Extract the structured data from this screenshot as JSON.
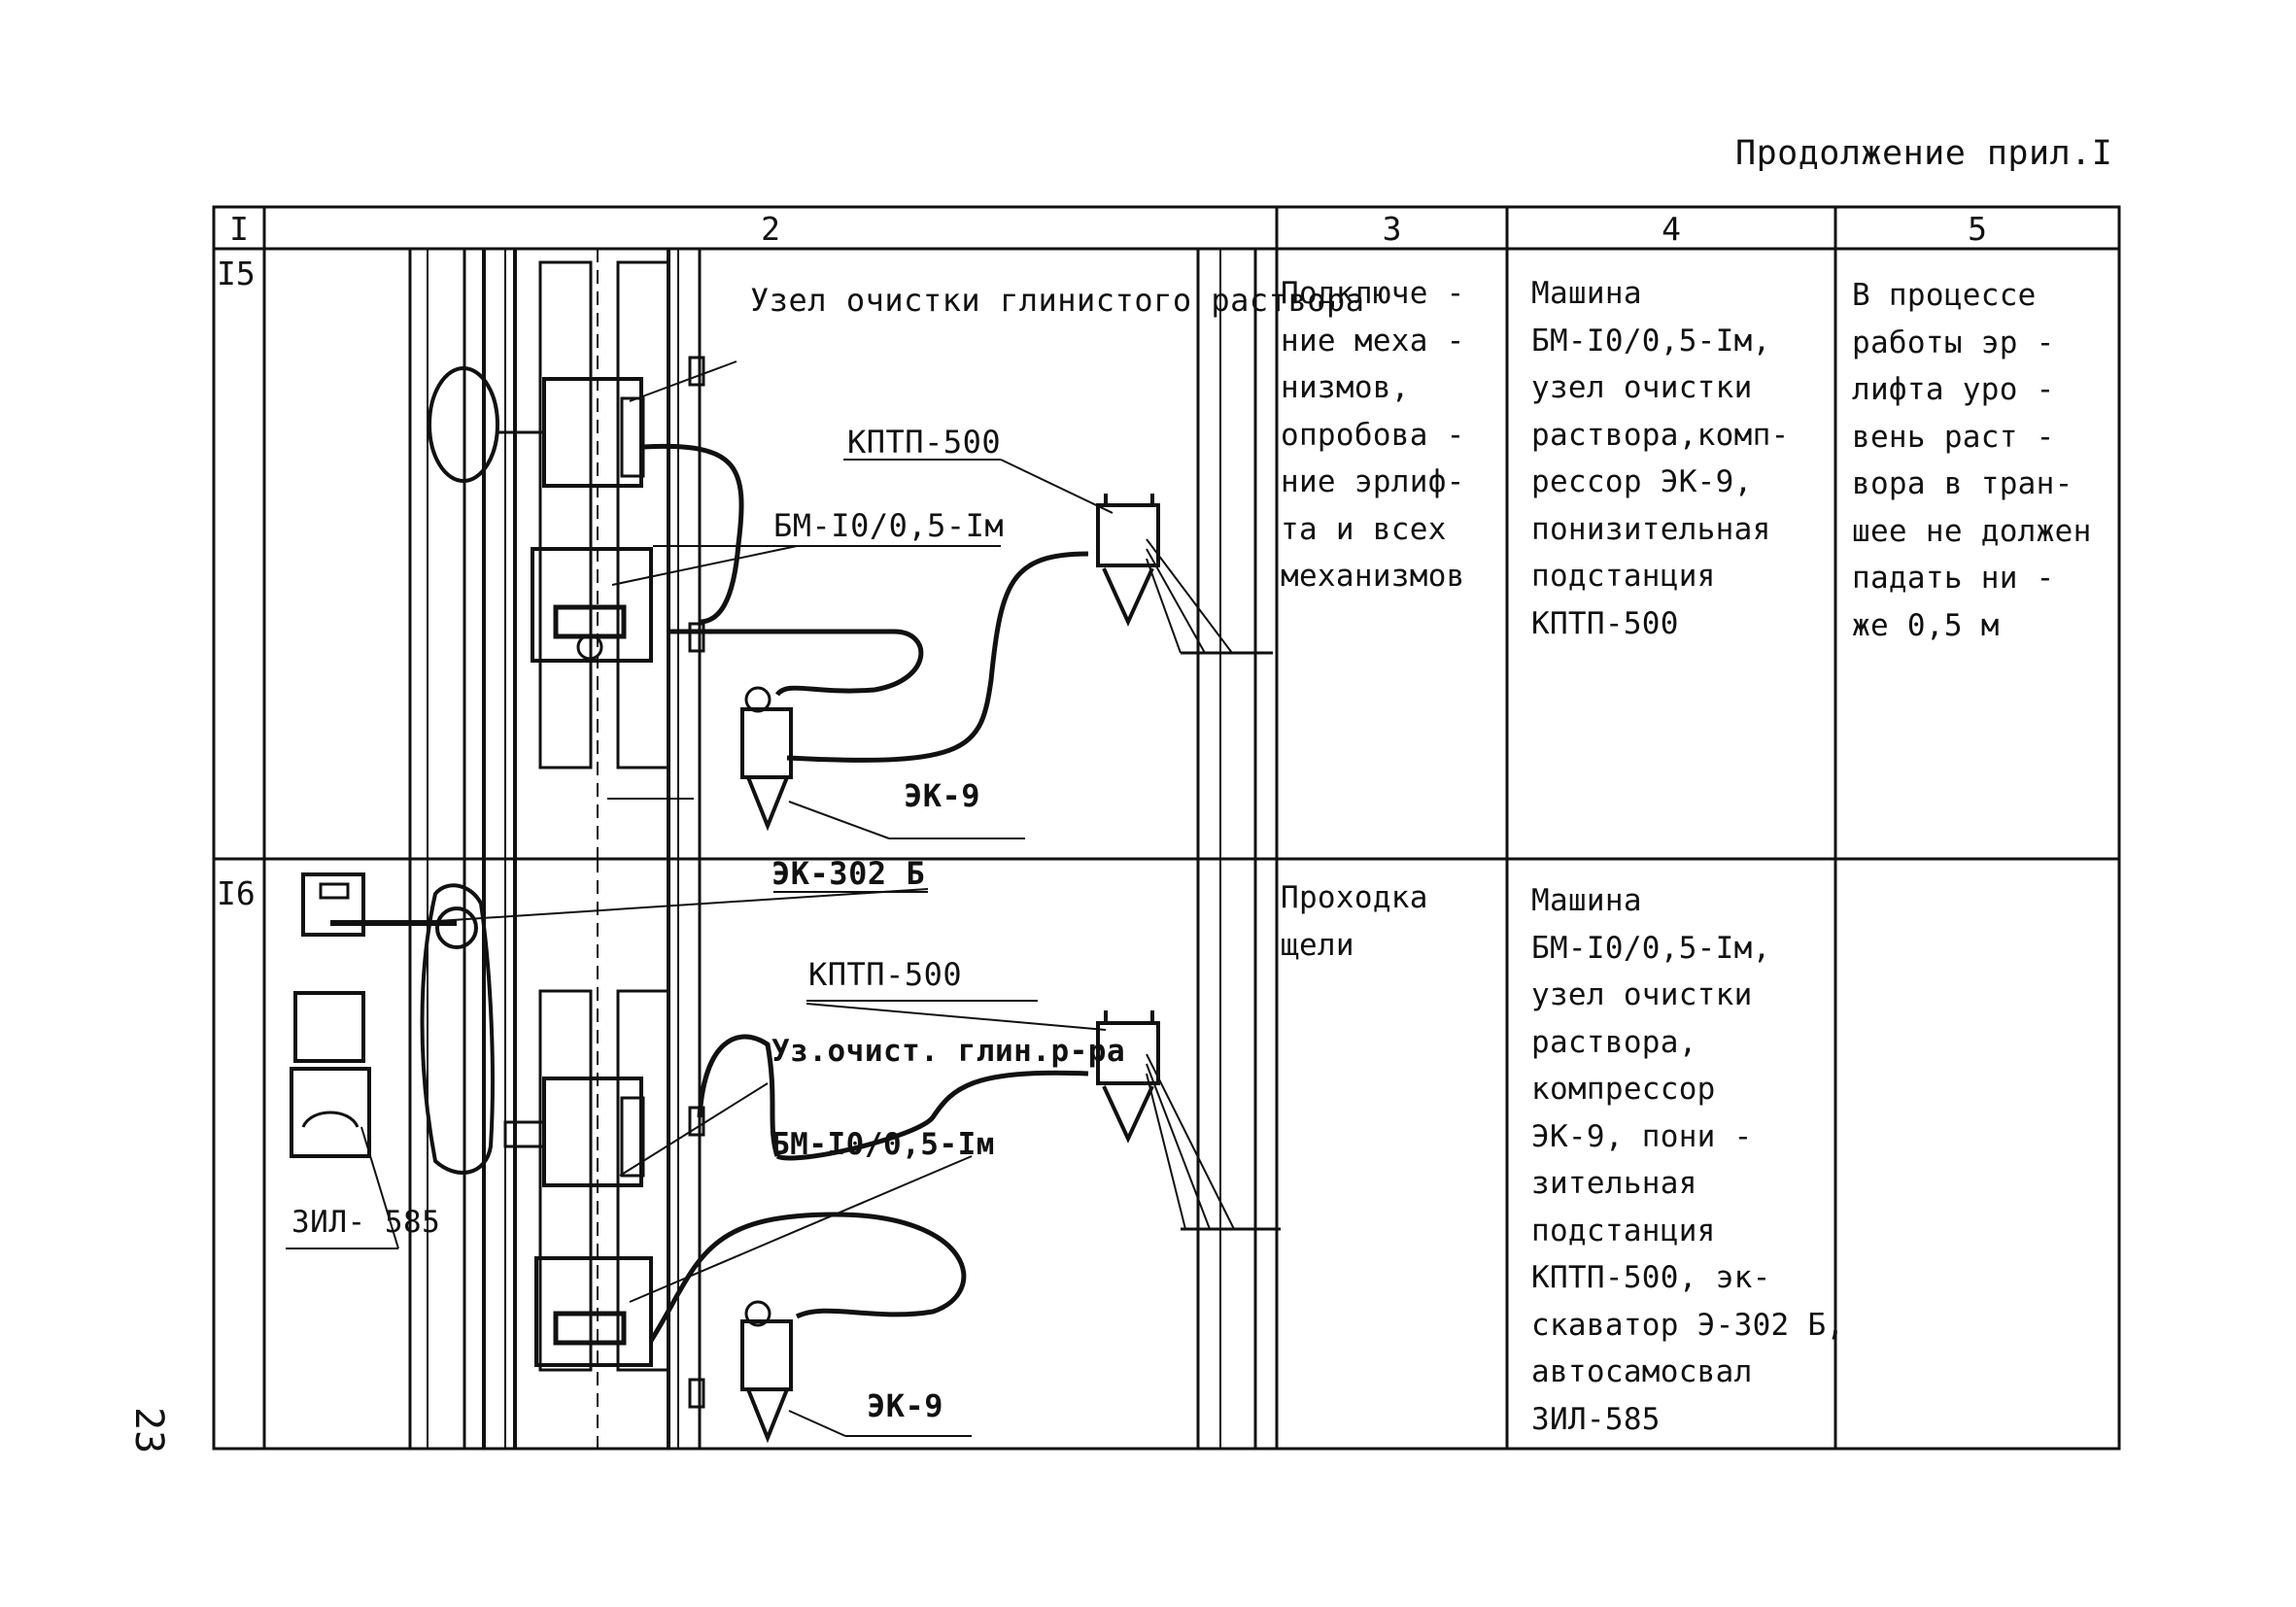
{
  "caption": "Продолжение прил.I",
  "columns": [
    "I",
    "2",
    "3",
    "4",
    "5"
  ],
  "rows": [
    {
      "num": "I5",
      "labels": {
        "node": "Узел очистки\nглинистого раствора",
        "substation": "КПТП-500",
        "machine": "БМ-I0/0,5-Iм",
        "compressor": "ЭК-9"
      },
      "operation": "Подключе -\nние меха -\nнизмов,\nопробова -\nние эрлиф-\nта и всех\nмеханизмов",
      "equipment": "Машина\nБМ-I0/0,5-Iм,\nузел очистки\nраствора,комп-\nрессор ЭК-9,\nпонизительная\nподстанция\nКПТП-500",
      "notes": "В процессе\nработы эр -\nлифта уро -\nвень раст -\nвора в тран-\nшее не должен\nпадать ни -\nже 0,5 м"
    },
    {
      "num": "I6",
      "labels": {
        "excavator": "ЭК-302 Б",
        "substation": "КПТП-500",
        "node": "Уз.очист.\nглин.р-ра",
        "machine": "БМ-I0/0,5-Iм",
        "truck": "ЗИЛ-\n585",
        "compressor": "ЭК-9"
      },
      "operation": "Проходка\nщели",
      "equipment": "Машина\nБМ-I0/0,5-Iм,\nузел очистки\nраствора,\nкомпрессор\nЭК-9, пони -\nзительная\nподстанция\nКПТП-500, эк-\nскаватор Э-302 Б,\nавтосамосвал\nЗИЛ-585",
      "notes": ""
    }
  ],
  "page_number": "23"
}
